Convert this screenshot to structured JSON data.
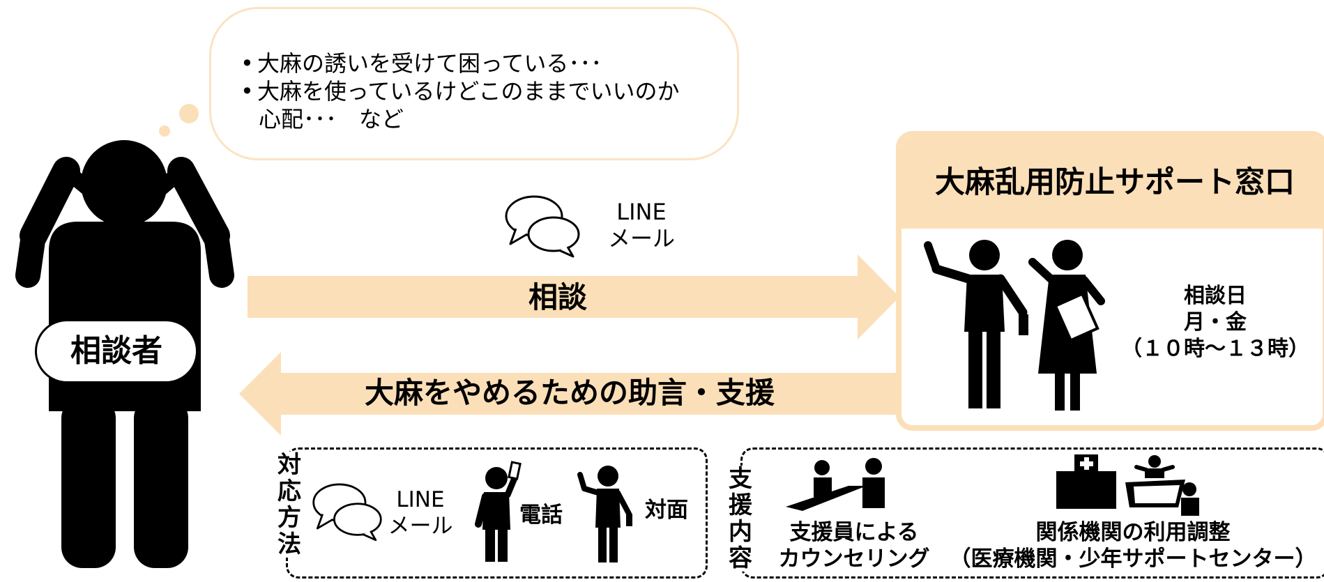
{
  "colors": {
    "accent": "#fbdfb8",
    "bubble_border": "#fbe3c2",
    "ink": "#000000"
  },
  "thought": {
    "bullet": "•",
    "line1": "大麻の誘いを受けて困っている･･･",
    "line2": "大麻を使っているけどこのままでいいのか",
    "line3": "心配･･･　など"
  },
  "channels": {
    "line": "LINE",
    "mail": "メール",
    "icon": "chat-bubbles-icon"
  },
  "consult_arrow": "相談",
  "advice_arrow": "大麻をやめるための助言・支援",
  "consultant": "相談者",
  "office": {
    "title": "大麻乱用防止サポート窓口",
    "days_label": "相談日",
    "days": "月・金",
    "hours": "（１０時～１３時）"
  },
  "methods": {
    "heading_chars": [
      "対",
      "応",
      "方",
      "法"
    ],
    "line": "LINE",
    "mail": "メール",
    "phone": "電話",
    "in_person": "対面"
  },
  "support": {
    "heading_chars": [
      "支",
      "援",
      "内",
      "容"
    ],
    "counseling_line1": "支援員による",
    "counseling_line2": "カウンセリング",
    "coordination_line1": "関係機関の利用調整",
    "coordination_line2": "（医療機関・少年サポートセンター）"
  }
}
